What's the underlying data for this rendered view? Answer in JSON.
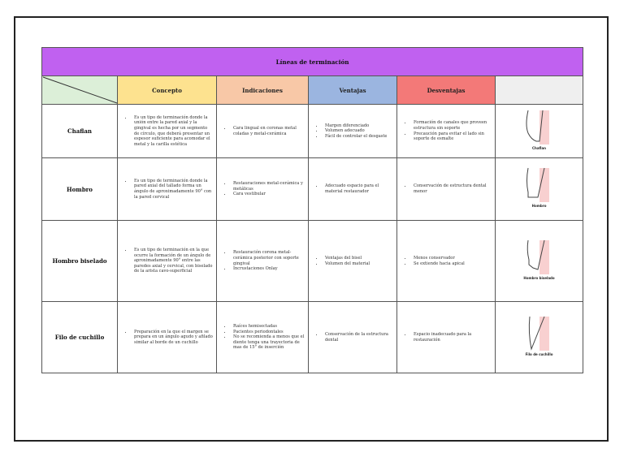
{
  "table": {
    "title": "Líneas de terminación",
    "headers": [
      "Concepto",
      "Indicaciones",
      "Ventajas",
      "Desventajas"
    ],
    "rows": [
      {
        "name": "Chaflan",
        "concepto": [
          "Es un tipo de terminación donde la unión entre la pared axial y la gingival es hecha por un segmento de círculo, que deberá presentar un espesor suficiente para acomodar el metal y la carilla estética"
        ],
        "indicaciones": [
          "Cara lingual en coronas metal coladas y metal-cerámica"
        ],
        "ventajas": [
          "Margen diferenciado",
          "Volumen adecuado",
          "Fácil de controlar el desgaste"
        ],
        "desventajas": [
          "Formación de canales que proveen estructura sin soporte",
          "Precaución para evitar el lado sin soporte de esmalte"
        ],
        "image_caption": "Chaflan"
      },
      {
        "name": "Hombro",
        "concepto": [
          "Es un tipo de terminación donde la pared axial del tallado forma un ángulo de aproximadamente 90° con la pared cervical"
        ],
        "indicaciones": [
          "Restauraciones metal-cerámica y metálicas",
          "Cara vestibular"
        ],
        "ventajas": [
          "Adecuado espacio para el material restaurador"
        ],
        "desventajas": [
          "Conservación de estructura dental menor"
        ],
        "image_caption": "Hombro"
      },
      {
        "name": "Hombro biselado",
        "concepto": [
          "Es un tipo de terminación en la que ocurre la formación de un ángulo de aproximadamente 90° entre las paredes axial y cervical, con biselado de la arista cavo-superficial"
        ],
        "indicaciones": [
          "Restauración corona metal-cerámica posterior con soporte gingival",
          "Incrustaciones Onlay"
        ],
        "ventajas": [
          "Ventajas del bisel",
          "Volumen del material"
        ],
        "desventajas": [
          "Menos conservador",
          "Se extiende hacia apical"
        ],
        "image_caption": "Hombro biselado"
      },
      {
        "name": "Filo de cuchillo",
        "concepto": [
          "Preparación en la que el margen se prepara en un ángulo agudo y afilado similar al borde de un cuchillo"
        ],
        "indicaciones": [
          "Raíces hemisectadas",
          "Pacientes periodontales",
          "No se recomienda a menos que el diente tenga una trayectoria de mas de 15° de inserción"
        ],
        "ventajas": [
          "Conservación de la estructura dental"
        ],
        "desventajas": [
          "Espacio inadecuado para la restauración"
        ],
        "image_caption": "Filo de cuchillo"
      }
    ]
  }
}
